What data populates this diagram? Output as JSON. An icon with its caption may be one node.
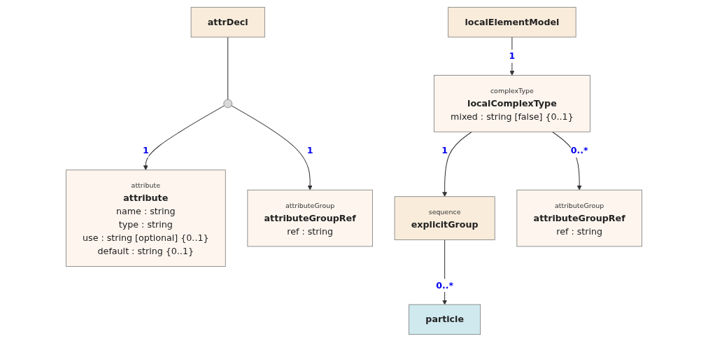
{
  "diagram": {
    "nodes": [
      {
        "text": [
          "attrDecl"
        ]
      },
      {
        "text": [],
        "shape": "circle"
      },
      {
        "text": [
          "attribute",
          "attribute",
          "name : string",
          "type : string",
          "use : string [optional] {0..1}",
          "default : string {0..1}"
        ]
      },
      {
        "text": [
          "attributeGroup",
          "attributeGroupRef",
          "ref : string"
        ]
      },
      {
        "text": [
          "localElementModel"
        ]
      },
      {
        "text": [
          "complexType",
          "localComplexType",
          "mixed : string [false] {0..1}"
        ]
      },
      {
        "text": [
          "sequence",
          "explicitGroup"
        ]
      },
      {
        "text": [
          "attributeGroup",
          "attributeGroupRef",
          "ref : string"
        ]
      },
      {
        "text": [
          "particle"
        ]
      }
    ],
    "edges": [
      {
        "from": 0,
        "to": 1,
        "arrow": "none"
      },
      {
        "from": 1,
        "to": 2,
        "arrow": "to",
        "label": "1"
      },
      {
        "from": 1,
        "to": 3,
        "arrow": "to",
        "label": "1"
      },
      {
        "from": 4,
        "to": 5,
        "arrow": "to",
        "label": "1"
      },
      {
        "from": 5,
        "to": 6,
        "arrow": "to",
        "label": "1"
      },
      {
        "from": 5,
        "to": 7,
        "arrow": "to",
        "label": "0..*"
      },
      {
        "from": 6,
        "to": 8,
        "arrow": "to",
        "label": "0..*"
      }
    ]
  }
}
